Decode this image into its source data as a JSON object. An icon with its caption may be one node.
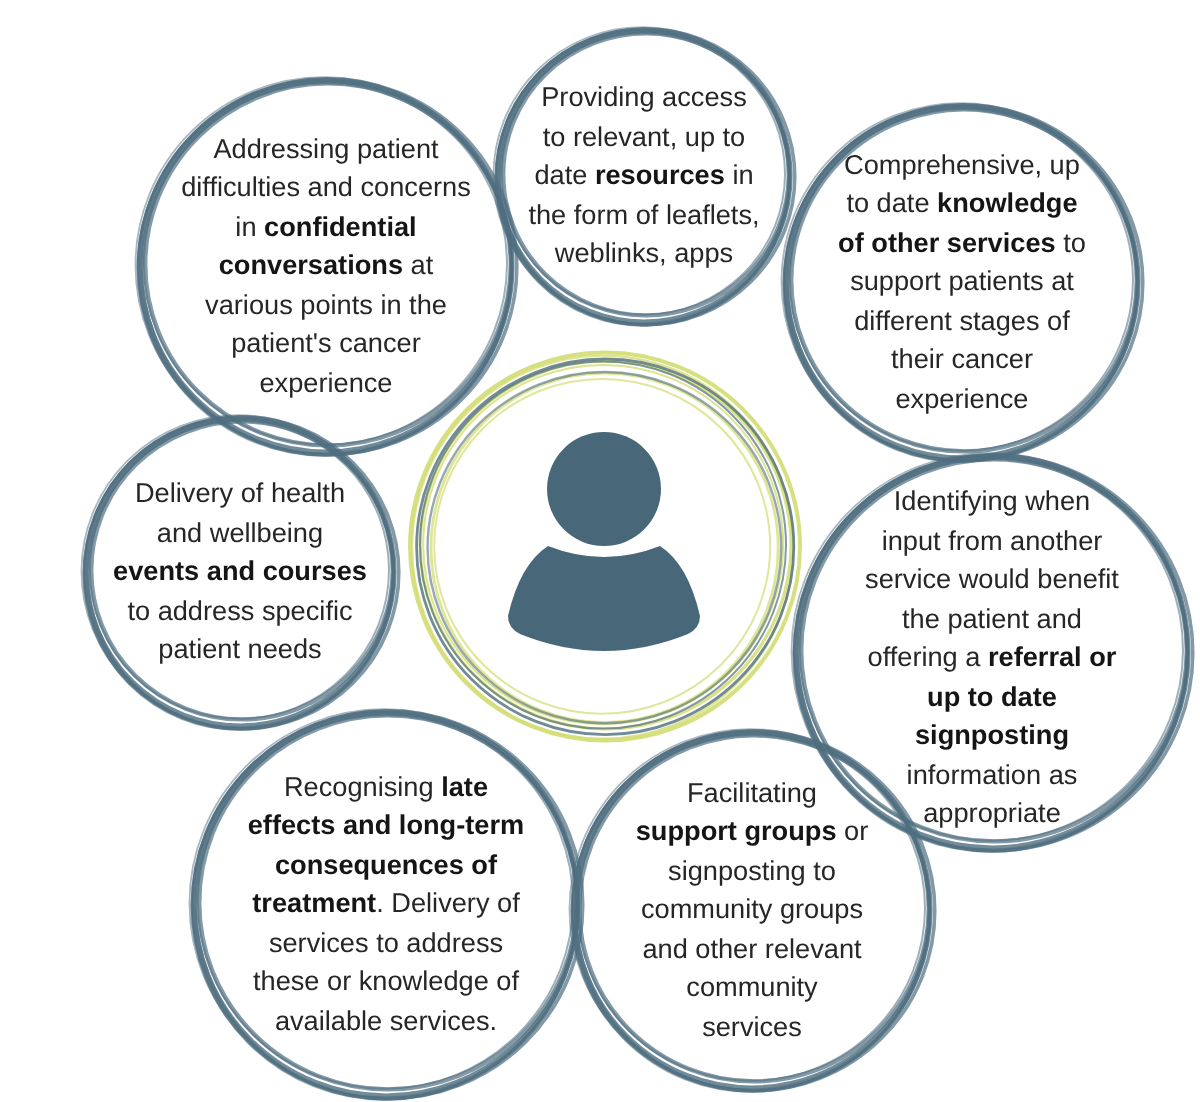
{
  "diagram": {
    "nodes": [
      {
        "text": [
          "Addressing patient difficulties and concerns in **confidential conversations** at various points in the patient's cancer experience"
        ]
      },
      {
        "text": [
          "Providing access to relevant, up to date **resources** in the form of leaflets, weblinks, apps"
        ]
      },
      {
        "text": [
          "Comprehensive, up to date **knowledge of other services** to support patients at different stages of their cancer experience"
        ]
      },
      {
        "text": [
          "Delivery of health and wellbeing **events and courses** to address specific patient needs"
        ]
      },
      {
        "text": [],
        "shape": "circle"
      },
      {
        "text": [
          "Identifying when input from another service would benefit the patient and offering a **referral or up to date signposting** information as appropriate"
        ]
      },
      {
        "text": [
          "Recognising **late effects and long-term consequences of treatment**. Delivery of services to address these or knowledge of available services."
        ]
      },
      {
        "text": [
          "Facilitating **support groups** or signposting to community groups and other relevant community services"
        ]
      }
    ],
    "edges": []
  }
}
